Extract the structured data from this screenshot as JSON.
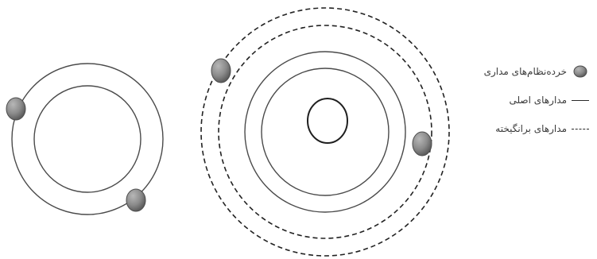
{
  "legend": {
    "electron": "خرده‌نظام‌های مداری",
    "main_orbits": "مدارهای اصلی",
    "excited_orbits": "مدارهای برانگیخته"
  },
  "colors": {
    "orbit_stroke": "#4a4a4a",
    "dashed_stroke": "#222222",
    "electron_fill": "#8b8b8b",
    "electron_edge": "#4d4d4d",
    "background": "#ffffff"
  }
}
